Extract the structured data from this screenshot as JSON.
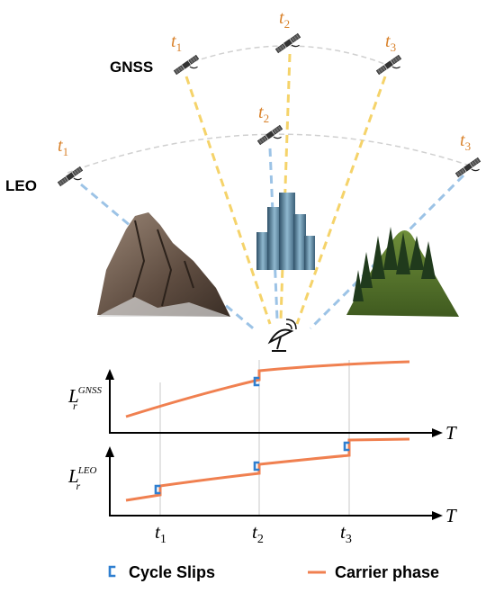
{
  "labels": {
    "gnss": "GNSS",
    "leo": "LEO"
  },
  "epochs": {
    "symbol": "t",
    "t1": "1",
    "t2": "2",
    "t3": "3"
  },
  "chart": {
    "top_ylabel_main": "L",
    "top_ylabel_sub": "r",
    "top_ylabel_sup": "GNSS",
    "bottom_ylabel_main": "L",
    "bottom_ylabel_sub": "r",
    "bottom_ylabel_sup": "LEO",
    "xaxis_label": "T"
  },
  "legend": {
    "cycle_slips": "Cycle Slips",
    "carrier_phase": "Carrier phase"
  },
  "colors": {
    "epoch_label": "#d9822b",
    "gnss_signal": "#f5d36a",
    "leo_signal": "#9cc3e6",
    "orbit": "#d0d0d0",
    "carrier_phase": "#f08050",
    "cycle_slip": "#2f7fd0",
    "axis": "#000000"
  },
  "icons": {
    "satellite": "satellite-icon",
    "receiver": "receiver-antenna-icon",
    "mountain": "rocky-mountain-icon",
    "buildings": "skyscraper-icon",
    "hill": "forest-hill-icon",
    "cycle_slip": "cycle-slip-icon"
  }
}
